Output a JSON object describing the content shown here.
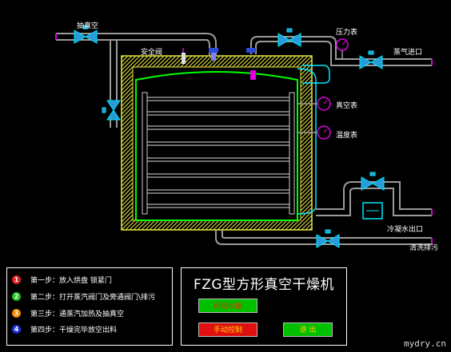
{
  "labels": {
    "vacuum_pump": "抽真空",
    "safety_valve": "安全阀",
    "pressure_gauge": "压力表",
    "steam_inlet": "蒸气进口",
    "vacuum_gauge": "真空表",
    "thermometer": "温度表",
    "condensate_outlet": "冷凝水出口",
    "cleaning_drain": "清洗排污"
  },
  "steps": [
    {
      "num": "1",
      "color": "#e02020",
      "text": "第一步：放入烘盘  锁紧门"
    },
    {
      "num": "2",
      "color": "#20c020",
      "text": "第二步：打开蒸汽阀门及旁通阀门\\排污"
    },
    {
      "num": "3",
      "color": "#f08a00",
      "text": "第三步：通蒸汽加热及抽真空"
    },
    {
      "num": "4",
      "color": "#2030e0",
      "text": "第四步：干燥完毕放空出料"
    }
  ],
  "control": {
    "title": "FZG型方形真空干燥机",
    "start_button": "启动设备",
    "stop_button": "手动控制",
    "exit_button": "退 出"
  },
  "colors": {
    "pipe": "#9a9a9a",
    "valve": "#2a9ad8",
    "cyan": "#00e8ff",
    "chamber": "#00ff00",
    "insulation": "#f0f040",
    "accent_magenta": "#e000e0",
    "start_bg": "#00c000",
    "stop_bg": "#e01010",
    "exit_bg": "#00c000"
  },
  "watermark": "mydry.cn"
}
